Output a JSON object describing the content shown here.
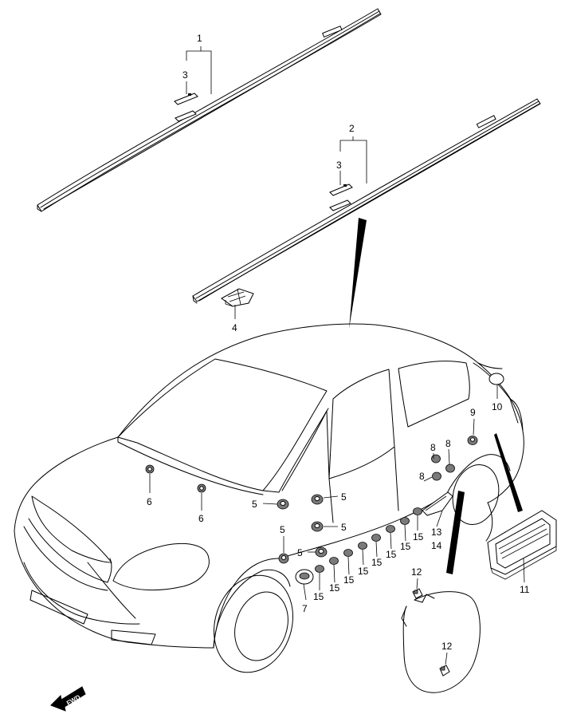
{
  "callouts": {
    "c1": "1",
    "c2": "2",
    "c3a": "3",
    "c3b": "3",
    "c4": "4",
    "c5a": "5",
    "c5b": "5",
    "c5c": "5",
    "c5d": "5",
    "c5e": "5",
    "c6a": "6",
    "c6b": "6",
    "c7": "7",
    "c8a": "8",
    "c8b": "8",
    "c8c": "8",
    "c9": "9",
    "c10": "10",
    "c11": "11",
    "c12a": "12",
    "c12b": "12",
    "c13": "13",
    "c14": "14",
    "c15a": "15",
    "c15b": "15",
    "c15c": "15",
    "c15d": "15",
    "c15e": "15",
    "c15f": "15",
    "c15g": "15",
    "c15h": "15"
  },
  "fwd_label": "FWD",
  "colors": {
    "line": "#000000",
    "background": "#ffffff"
  }
}
